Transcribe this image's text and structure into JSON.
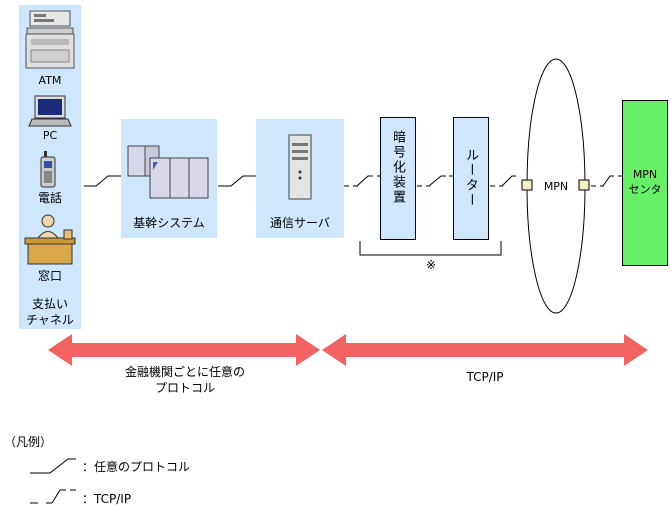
{
  "channels": {
    "atm": "ATM",
    "pc": "PC",
    "phone": "電話",
    "counter": "窓口",
    "title_line1": "支払い",
    "title_line2": "チャネル"
  },
  "nodes": {
    "core_system": "基幹システム",
    "comm_server": "通信サーバ",
    "encryption": "暗号化装置",
    "router": "ルーター",
    "mpn": "MPN",
    "mpn_center_line1": "MPN",
    "mpn_center_line2": "センタ"
  },
  "note_mark": "※",
  "arrows": {
    "left_line1": "金融機関ごとに任意の",
    "left_line2": "プロトコル",
    "right": "TCP/IP"
  },
  "legend": {
    "title": "（凡例）",
    "protocol_any": "：任意のプロトコル",
    "protocol_tcp": "：TCP/IP"
  },
  "colors": {
    "box_fill": "#cfe6ff",
    "mpn_center_fill": "#66f066",
    "arrow": "#f26262",
    "port": "#f5f0c0"
  }
}
